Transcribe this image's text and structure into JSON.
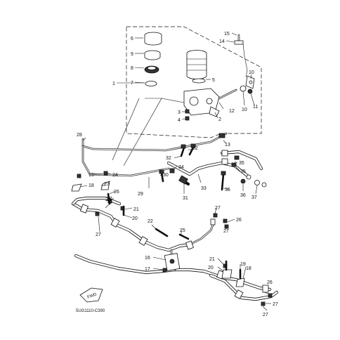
{
  "diagram": {
    "code": "5UG1110-C390",
    "fwd_label": "FWD",
    "callouts": {
      "c1": "1",
      "c2": "2",
      "c3": "3",
      "c4": "4",
      "c5": "5",
      "c6": "6",
      "c7": "7",
      "c8": "8",
      "c9": "9",
      "c10a": "10",
      "c10b": "10",
      "c11": "11",
      "c12": "12",
      "c13": "13",
      "c14": "14",
      "c15": "15",
      "c16": "16",
      "c17": "17",
      "c18a": "18",
      "c18b": "18",
      "c19a": "19",
      "c19b": "19",
      "c20a": "20",
      "c20b": "20",
      "c21a": "21",
      "c21b": "21",
      "c22": "22",
      "c23a": "23",
      "c23b": "23",
      "c24": "24",
      "c25": "25",
      "c26a": "26",
      "c26b": "26",
      "c26c": "26",
      "c27a": "27",
      "c27b": "27",
      "c27c": "27",
      "c27d": "27",
      "c27e": "27",
      "c27f": "27",
      "c28": "28",
      "c29": "29",
      "c30": "30",
      "c31": "31",
      "c32a": "32",
      "c32b": "32",
      "c33": "33",
      "c34": "34",
      "c35a": "35",
      "c35b": "35",
      "c35c": "35",
      "c36": "36",
      "c37": "37"
    }
  }
}
